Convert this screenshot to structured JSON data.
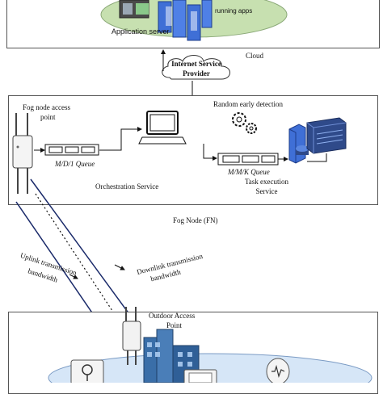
{
  "cloud_section": {
    "label": "Cloud",
    "app_server_label": "Application server",
    "running_apps_label": "running apps"
  },
  "isp": {
    "label_line1": "Internet Service",
    "label_line2": "Provider"
  },
  "fog_section": {
    "label": "Fog Node (FN)",
    "access_point_label_line1": "Fog node access",
    "access_point_label_line2": "point",
    "md1_queue_label": "M/D/1 Queue",
    "orchestration_label": "Orchestration Service",
    "random_early_detection_label": "Random early detection",
    "mmk_queue_label": "M/M/K Queue",
    "task_execution_line1": "Task execution",
    "task_execution_line2": "Service"
  },
  "links": {
    "uplink_line1": "Uplink transmission",
    "uplink_line2": "bandwidth",
    "downlink_line1": "Downlink transmission",
    "downlink_line2": "bandwidth"
  },
  "iot_section": {
    "outdoor_ap_line1": "Outdoor Access",
    "outdoor_ap_line2": "Point"
  },
  "colors": {
    "server_blue": "#3f6fd6",
    "cloud_green": "#c7e0b0",
    "ground_blue": "#d6e6f7",
    "building_blue": "#3a6ea8",
    "storage_navy": "#2f4a8a"
  }
}
